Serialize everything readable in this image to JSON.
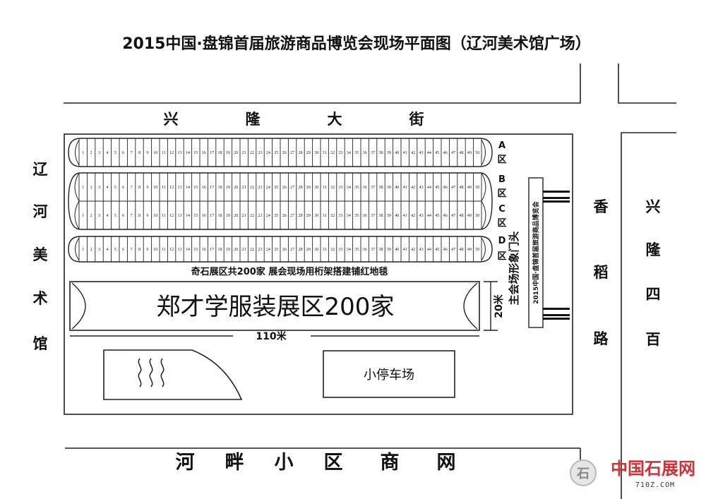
{
  "title": "2015中国·盘锦首届旅游商品博览会现场平面图（辽河美术馆广场）",
  "roads": {
    "top": [
      "兴",
      "隆",
      "大",
      "街"
    ],
    "left": [
      "辽",
      "河",
      "美",
      "术",
      "馆"
    ],
    "right_inner": [
      "香",
      "稻",
      "路"
    ],
    "right_outer": [
      "兴",
      "隆",
      "四",
      "百"
    ],
    "bottom": [
      "河",
      "畔",
      "小",
      "区",
      "商",
      "网"
    ]
  },
  "booth_numbers": [
    "1",
    "2",
    "3",
    "4",
    "5",
    "6",
    "7",
    "8",
    "9",
    "10",
    "11",
    "12",
    "13",
    "14",
    "15",
    "16",
    "17",
    "18",
    "19",
    "20",
    "21",
    "22",
    "23",
    "24",
    "25",
    "26",
    "27",
    "28",
    "29",
    "30",
    "31",
    "32",
    "33",
    "34",
    "35",
    "36",
    "37",
    "38",
    "39",
    "40",
    "41",
    "42",
    "43",
    "44",
    "45",
    "46",
    "47",
    "48",
    "49",
    "50"
  ],
  "zones": [
    {
      "letter": "A",
      "suffix": "区"
    },
    {
      "letter": "B",
      "suffix": "区"
    },
    {
      "letter": "C",
      "suffix": "区"
    },
    {
      "letter": "D",
      "suffix": "区"
    }
  ],
  "stone_note": "奇石展区共200家 展会现场用桁架搭建铺红地毯",
  "clothing_zone": "郑才学服装展区200家",
  "dimension_vertical": "20米",
  "dimension_horizontal": "110米",
  "parking": "小停车场",
  "gate_label": "主会场形象门头",
  "gate_sign": "2015中国·盘锦首届旅游商品博览会",
  "watermark": {
    "logo_letter": "石",
    "cn": "中国石展网",
    "url": "710Z.COM"
  }
}
